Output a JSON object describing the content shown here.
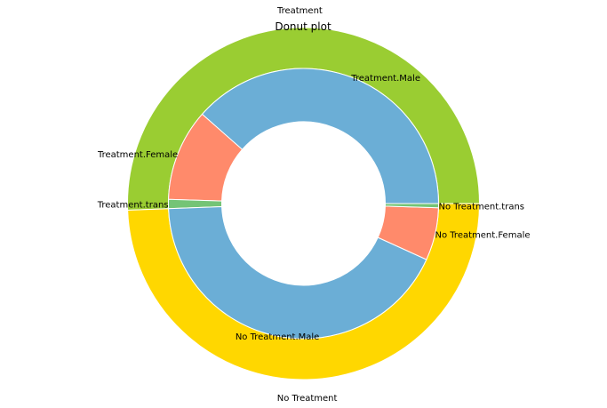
{
  "chart_data": {
    "type": "donut",
    "title": "Donut plot",
    "outer_ring": [
      {
        "label": "Treatment",
        "value": 50.6,
        "color": "#9ACD32"
      },
      {
        "label": "No Treatment",
        "value": 49.4,
        "color": "#FFD700"
      }
    ],
    "inner_ring": [
      {
        "label": "Treatment.Male",
        "value": 38.5,
        "color": "#6BAED6"
      },
      {
        "label": "Treatment.Female",
        "value": 11.0,
        "color": "#FF8A6B"
      },
      {
        "label": "Treatment.trans",
        "value": 1.1,
        "color": "#74C476"
      },
      {
        "label": "No Treatment.Male",
        "value": 42.6,
        "color": "#6BAED6"
      },
      {
        "label": "No Treatment.Female",
        "value": 6.3,
        "color": "#FF8A6B"
      },
      {
        "label": "No Treatment.trans",
        "value": 0.5,
        "color": "#74C476"
      }
    ]
  }
}
